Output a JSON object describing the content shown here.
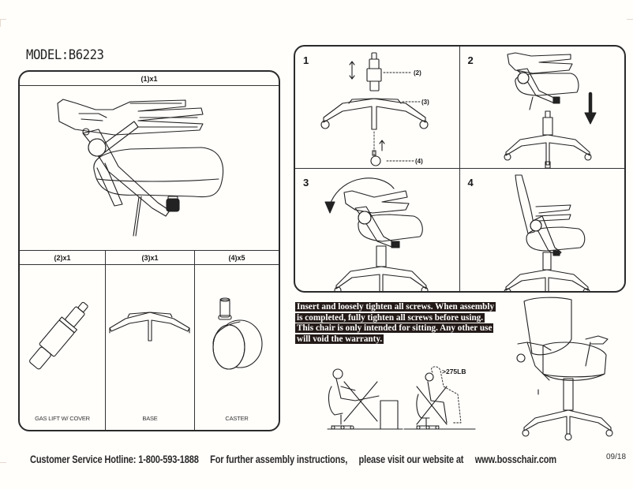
{
  "header": {
    "model_label": "MODEL:B6223"
  },
  "parts": {
    "main_part": {
      "qty_label": "(1)x1",
      "icon": "seat-assembly-illustration"
    },
    "items": [
      {
        "qty_label": "(2)x1",
        "name": "GAS LIFT W/ COVER",
        "icon": "gas-lift-illustration"
      },
      {
        "qty_label": "(3)x1",
        "name": "BASE",
        "icon": "base-illustration"
      },
      {
        "qty_label": "(4)x5",
        "name": "CASTER",
        "icon": "caster-illustration"
      }
    ]
  },
  "steps": [
    {
      "number": "1",
      "callouts": [
        "(2)",
        "(3)",
        "(4)"
      ],
      "description_icon": "insert-casters-and-gas-lift"
    },
    {
      "number": "2",
      "callouts": [],
      "description_icon": "lower-seat-onto-base"
    },
    {
      "number": "3",
      "callouts": [],
      "description_icon": "rotate-backrest-up"
    },
    {
      "number": "4",
      "callouts": [],
      "description_icon": "assembled-chair-side"
    }
  ],
  "warning": {
    "lines": [
      "Insert and loosely tighten all screws. When assembly",
      "is completed, fully tighten all screws before using.",
      "This chair is only intended for sitting. Any other use",
      "will void the warranty."
    ]
  },
  "prohibitions": [
    {
      "icon": "no-feet-on-desk",
      "label": ""
    },
    {
      "icon": "no-overweight",
      "label": ">275LB"
    }
  ],
  "footer": {
    "hotline": "Customer Service Hotline: 1-800-593-1888",
    "instructions": "For further assembly instructions,",
    "visit": "please visit our website at",
    "website": "www.bosschair.com",
    "date": "09/18"
  },
  "colors": {
    "paper": "#fffefb",
    "ink": "#222222",
    "warning_bg": "#231a17"
  }
}
